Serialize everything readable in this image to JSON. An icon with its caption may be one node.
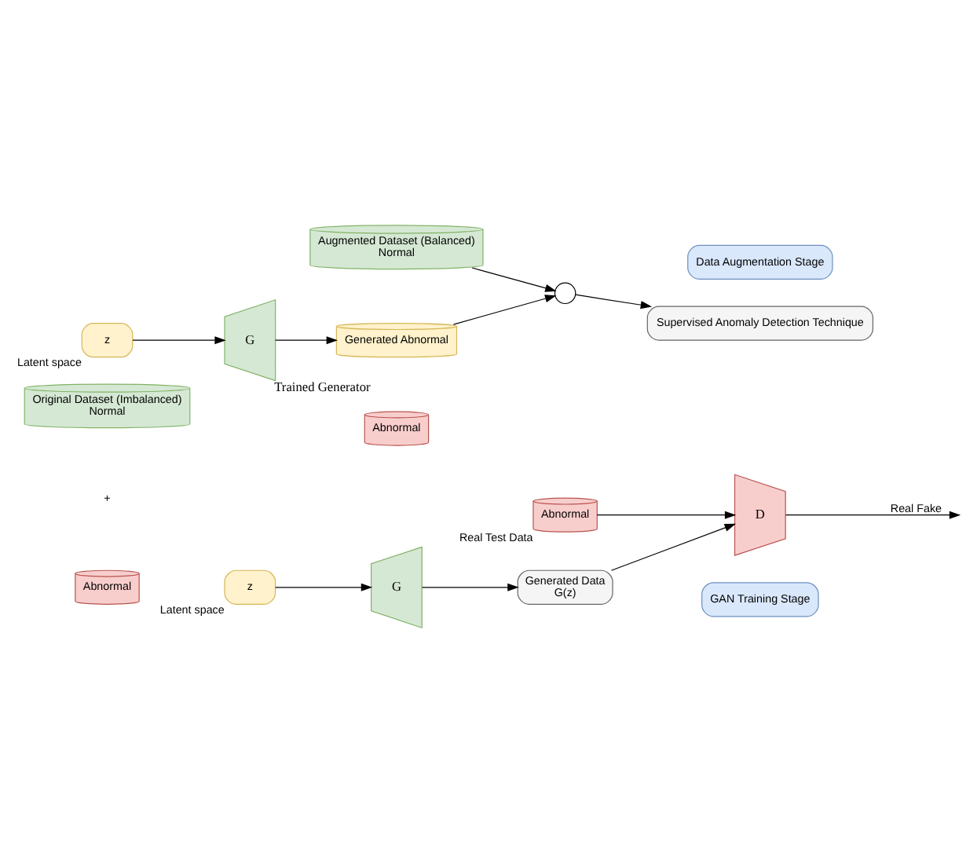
{
  "diagram": {
    "nodes": [
      {
        "text": [
          "GAN Training Stage"
        ]
      },
      {
        "text": [
          "Original Dataset (Imbalanced)",
          "Normal"
        ]
      },
      {
        "text": [
          "Abnormal"
        ]
      },
      {
        "text": [
          "z"
        ],
        "beside": [
          "Latent space"
        ]
      },
      {
        "text": [
          "G"
        ]
      },
      {
        "text": [
          "Generated Data",
          "G(z)"
        ]
      },
      {
        "text": [
          "Abnormal"
        ],
        "beside": [
          "Real Test Data"
        ]
      },
      {
        "text": [
          "D"
        ]
      },
      {
        "text": [
          "Data Augmentation Stage"
        ]
      },
      {
        "text": [
          "z"
        ],
        "beside": [
          "Latent space"
        ]
      },
      {
        "text": [
          "G"
        ],
        "beside": [
          "Trained Generator"
        ]
      },
      {
        "text": [
          "Augmented Dataset (Balanced)",
          "Normal"
        ]
      },
      {
        "text": [
          "Generated Abnormal"
        ]
      },
      {
        "text": [
          "Abnormal"
        ]
      },
      {
        "text": [],
        "shape": "circle"
      },
      {
        "text": [
          "Supervised Anomaly Detection Technique"
        ]
      }
    ],
    "edges": [
      {
        "from": 3,
        "to": 4,
        "arrow": "to"
      },
      {
        "from": 4,
        "to": 5,
        "arrow": "to"
      },
      {
        "from": 5,
        "to": 7,
        "arrow": "to"
      },
      {
        "from": 6,
        "to": 7,
        "arrow": "to"
      },
      {
        "from": 7,
        "to": null,
        "arrow": "to",
        "label": "Real Fake"
      },
      {
        "from": 9,
        "to": 10,
        "arrow": "to"
      },
      {
        "from": 10,
        "to": 12,
        "arrow": "to"
      },
      {
        "from": 11,
        "to": 14,
        "arrow": "to"
      },
      {
        "from": 12,
        "to": 14,
        "arrow": "to"
      },
      {
        "from": 14,
        "to": 15,
        "arrow": "to"
      }
    ],
    "labels": [
      "+"
    ]
  }
}
